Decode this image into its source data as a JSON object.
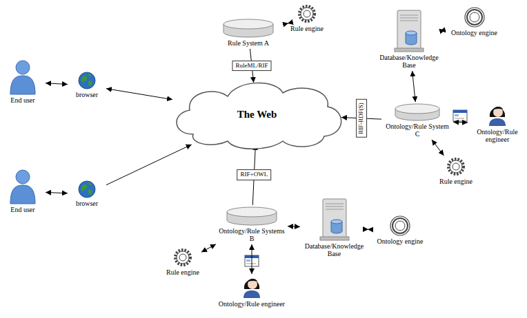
{
  "diagram": {
    "nodes": [
      {
        "text": [
          "Rule System A"
        ]
      },
      {
        "text": [
          "Rule engine"
        ]
      },
      {
        "text": [
          "Database/Knowledge Base"
        ]
      },
      {
        "text": [
          "Ontology engine"
        ]
      },
      {
        "text": [
          "End user"
        ]
      },
      {
        "text": [
          "browser"
        ]
      },
      {
        "text": [
          "The Web"
        ]
      },
      {
        "text": [
          "Ontology/Rule System C"
        ]
      },
      {
        "text": [
          "Ontology/Rule engineer"
        ]
      },
      {
        "text": [
          "Rule engine"
        ]
      },
      {
        "text": [
          "End user"
        ]
      },
      {
        "text": [
          "browser"
        ]
      },
      {
        "text": [
          "Ontology/Rule Systems B"
        ]
      },
      {
        "text": [
          "Database/Knowledge Base"
        ]
      },
      {
        "text": [
          "Ontology engine"
        ]
      },
      {
        "text": [
          "Rule engine"
        ]
      },
      {
        "text": [
          "Ontology/Rule engineer"
        ]
      }
    ],
    "edges": [
      {
        "from": 0,
        "to": 1,
        "arrow": "both"
      },
      {
        "from": 0,
        "to": 6,
        "label": "RuleML/RIF",
        "arrow": "to"
      },
      {
        "from": 4,
        "to": 5,
        "arrow": "both"
      },
      {
        "from": 5,
        "to": 6,
        "arrow": "both"
      },
      {
        "from": 2,
        "to": 3,
        "arrow": "both"
      },
      {
        "from": 2,
        "to": 7,
        "arrow": "both"
      },
      {
        "from": 7,
        "to": 6,
        "label": "RIF-RDF(S)",
        "arrow": "to"
      },
      {
        "from": 7,
        "to": 8,
        "arrow": "both"
      },
      {
        "from": 7,
        "to": 9,
        "arrow": "both"
      },
      {
        "from": 10,
        "to": 11,
        "arrow": "both"
      },
      {
        "from": 11,
        "to": 6,
        "arrow": "to"
      },
      {
        "from": 12,
        "to": 6,
        "label": "RIF+OWL",
        "arrow": "to"
      },
      {
        "from": 12,
        "to": 15,
        "arrow": "both"
      },
      {
        "from": 12,
        "to": 13,
        "arrow": "both"
      },
      {
        "from": 13,
        "to": 14,
        "arrow": "both"
      },
      {
        "from": 12,
        "to": 16,
        "arrow": "both"
      }
    ]
  }
}
